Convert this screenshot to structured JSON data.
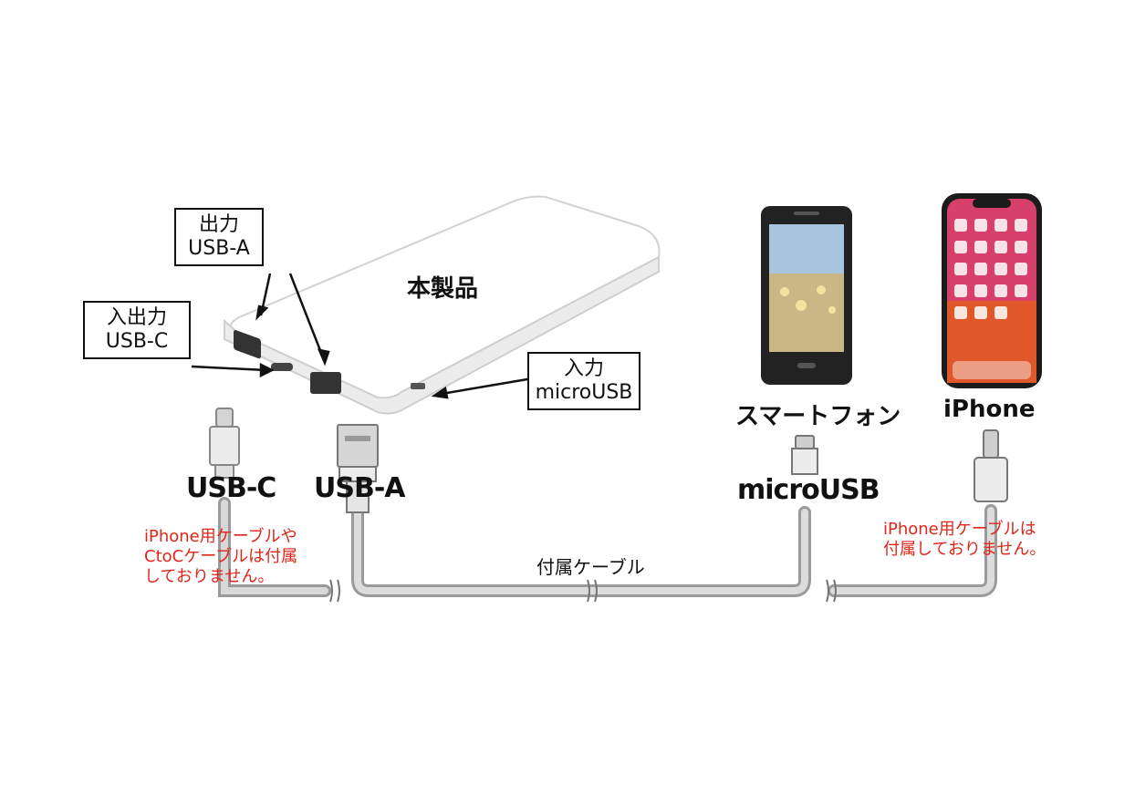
{
  "product": {
    "title": "本製品"
  },
  "callouts": {
    "usb_a_out": {
      "line1": "出力",
      "line2": "USB-A"
    },
    "usb_c_io": {
      "line1": "入出力",
      "line2": "USB-C"
    },
    "micro_in": {
      "line1": "入力",
      "line2": "microUSB"
    }
  },
  "connectors": {
    "usb_c": "USB-C",
    "usb_a": "USB-A",
    "micro": "microUSB"
  },
  "devices": {
    "smartphone": "スマートフォン",
    "iphone": "iPhone"
  },
  "cable": {
    "label": "付属ケーブル"
  },
  "notes": {
    "left": "iPhone用ケーブルや\nCtoCケーブルは付属\nしておりません。",
    "right": "iPhone用ケーブルは\n付属しておりません。"
  },
  "colors": {
    "note_red": "#e0261a",
    "cable_gray": "#c8c8c8"
  }
}
